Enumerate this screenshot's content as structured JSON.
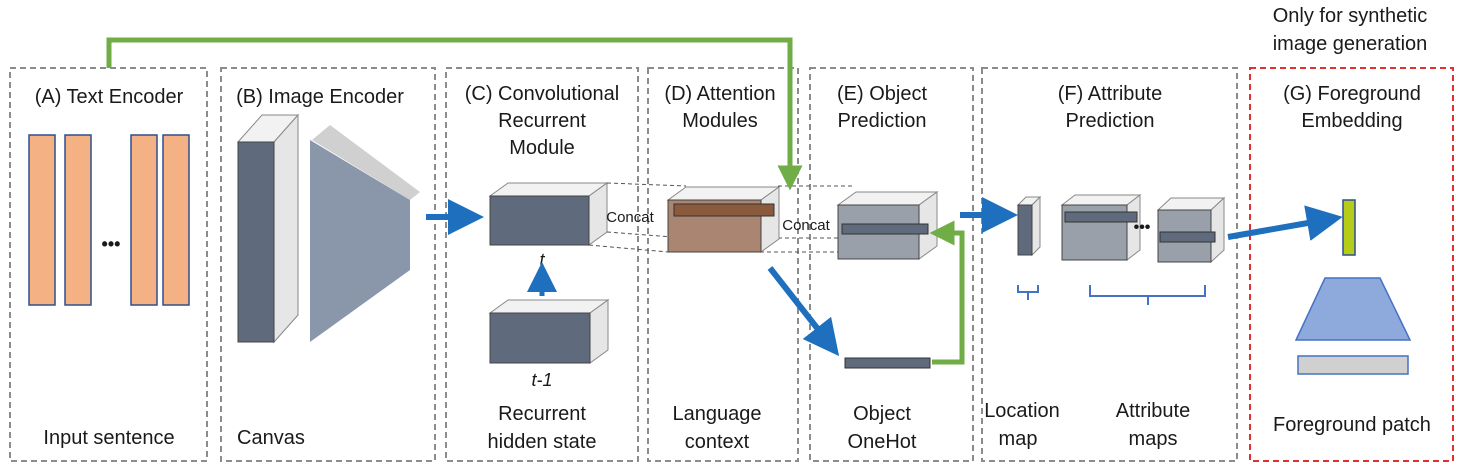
{
  "note": {
    "line1": "Only for synthetic",
    "line2": "image generation"
  },
  "modules": {
    "text_encoder": {
      "title": "(A) Text Encoder",
      "ellipsis": "•••",
      "footer": "Input sentence"
    },
    "image_encoder": {
      "title": "(B) Image Encoder",
      "footer": "Canvas"
    },
    "conv_recurrent": {
      "title1": "(C) Convolutional",
      "title2": "Recurrent",
      "title3": "Module",
      "t_label": "t",
      "t_minus_label": "t-1",
      "footer1": "Recurrent",
      "footer2": "hidden state"
    },
    "attention": {
      "title1": "(D) Attention",
      "title2": "Modules",
      "footer1": "Language",
      "footer2": "context"
    },
    "object_prediction": {
      "title1": "(E) Object",
      "title2": "Prediction",
      "footer1": "Object",
      "footer2": "OneHot"
    },
    "attribute_prediction": {
      "title1": "(F) Attribute",
      "title2": "Prediction",
      "ellipsis": "•••",
      "footer_location1": "Location",
      "footer_location2": "map",
      "footer_attr1": "Attribute",
      "footer_attr2": "maps"
    },
    "foreground_embedding": {
      "title1": "(G) Foreground",
      "title2": "Embedding",
      "footer": "Foreground patch"
    }
  },
  "concat_labels": [
    "Concat",
    "Concat"
  ],
  "colors": {
    "orange": "#f4b183",
    "slate": "#5f6b7d",
    "slate_light": "#8a96aa",
    "blue_arrow": "#1f6fbf",
    "green_arrow": "#70ad47",
    "brown": "#8b5a3c",
    "red_dash": "#e03030",
    "gray_dash": "#8c8c8c",
    "lime": "#b5cc18",
    "trap_blue": "#8ea9db"
  }
}
